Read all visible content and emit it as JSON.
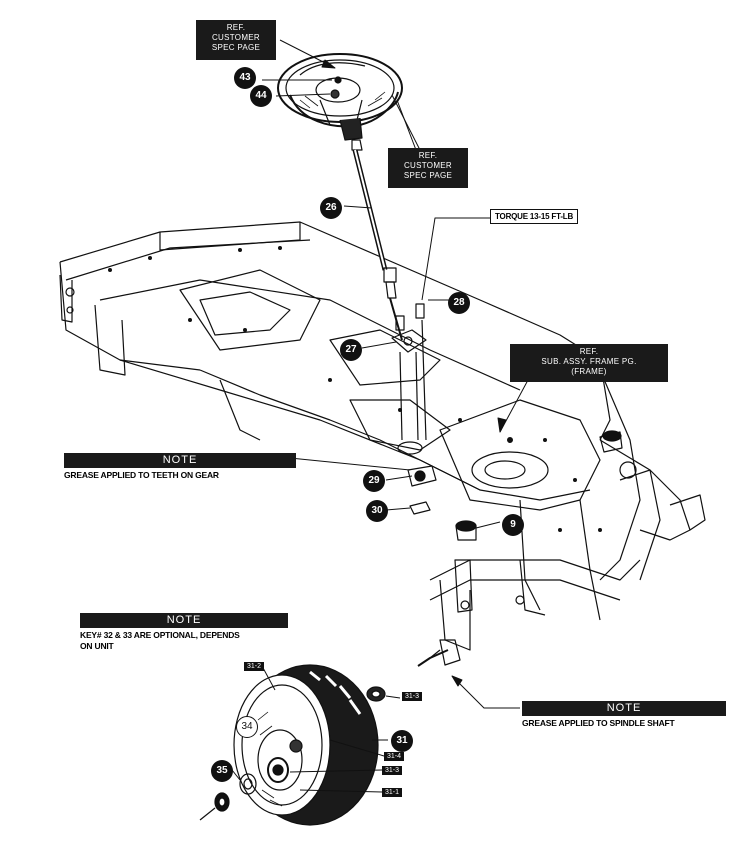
{
  "refs": {
    "top": [
      "REF.",
      "CUSTOMER",
      "SPEC PAGE"
    ],
    "wheel": [
      "REF.",
      "CUSTOMER",
      "SPEC PAGE"
    ],
    "frame": [
      "REF.",
      "SUB. ASSY. FRAME PG.",
      "(FRAME)"
    ]
  },
  "torque": "TORQUE 13-15 FT-LB",
  "notes": {
    "gear": {
      "header": "NOTE",
      "text": "GREASE APPLIED TO TEETH ON GEAR"
    },
    "optional": {
      "header": "NOTE",
      "line1": "KEY# 32 & 33 ARE OPTIONAL, DEPENDS",
      "line2": "ON UNIT"
    },
    "spindle": {
      "header": "NOTE",
      "text": "GREASE APPLIED TO SPINDLE SHAFT"
    }
  },
  "callouts": {
    "c43": "43",
    "c44": "44",
    "c26": "26",
    "c28": "28",
    "c27": "27",
    "c29": "29",
    "c30": "30",
    "c9": "9",
    "c31": "31",
    "c34": "34",
    "c35": "35"
  },
  "tags": {
    "t31_2": "31-2",
    "t31_3a": "31-3",
    "t31_4": "31-4",
    "t31_3b": "31-3",
    "t31_1": "31-1"
  }
}
